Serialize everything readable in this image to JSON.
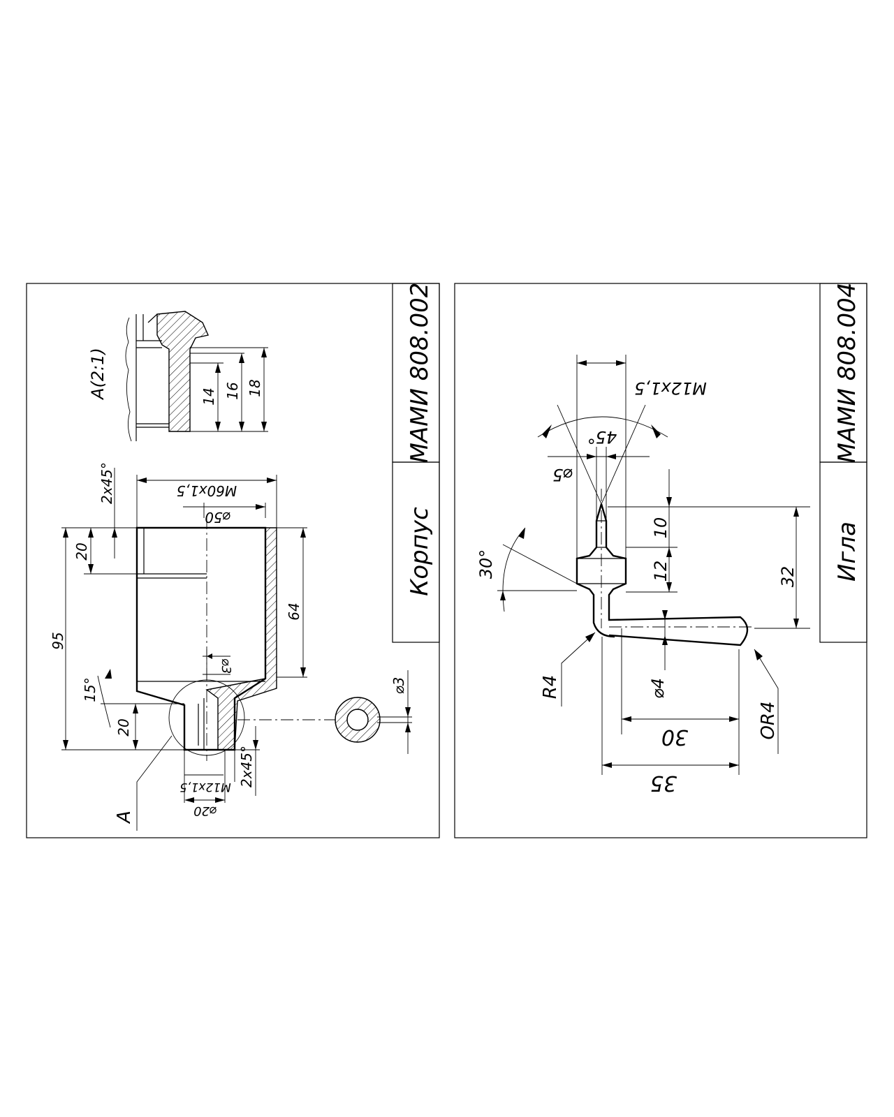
{
  "sheet_left": {
    "code": "МАМИ 808.002",
    "part_name": "Корпус",
    "detail_view_label": "A(2:1)",
    "section_label": "A",
    "dims": {
      "d14": "14",
      "d16": "16",
      "d18": "18",
      "chamfer_top": "2x45°",
      "thread_main": "M60x1,5",
      "dia_50": "⌀50",
      "h20_top": "20",
      "h95": "95",
      "h64": "64",
      "hole_3": "⌀3",
      "angle_15": "15°",
      "h20_bottom": "20",
      "thread_small": "M12x1,5",
      "dia_20": "⌀20",
      "chamfer_bottom": "2x45°",
      "round_3": "⌀3"
    }
  },
  "sheet_right": {
    "code": "МАМИ 808.004",
    "part_name": "Игла",
    "dims": {
      "thread": "M12x1,5",
      "angle_45": "45°",
      "dia_5": "⌀5",
      "angle_30": "30°",
      "h10": "10",
      "h12": "12",
      "h32": "32",
      "radius_4": "R4",
      "dia_4": "⌀4",
      "len_30": "30",
      "len_35": "35",
      "radius_or4": "OR4"
    }
  }
}
